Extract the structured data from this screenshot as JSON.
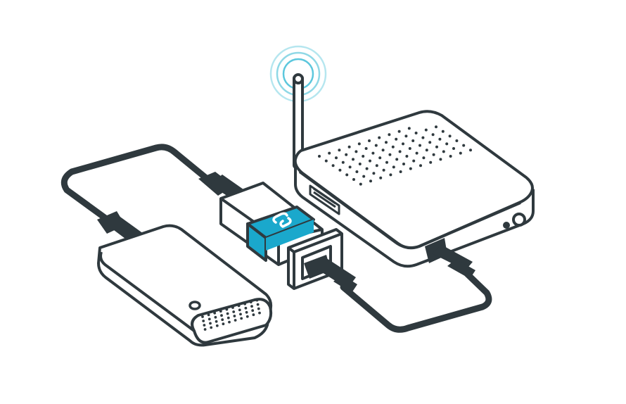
{
  "illustration": {
    "components": [
      {
        "name": "wireless-router",
        "icon": "router-icon"
      },
      {
        "name": "antenna",
        "icon": "wifi-signal-icon"
      },
      {
        "name": "usb-adapter",
        "icon": "link-icon"
      },
      {
        "name": "power-bank",
        "icon": "battery-pack-icon"
      }
    ],
    "colors": {
      "stroke": "#2f393e",
      "fill": "#ffffff",
      "accent": "#1aa8cc",
      "signal": "#8fd8e6"
    }
  }
}
